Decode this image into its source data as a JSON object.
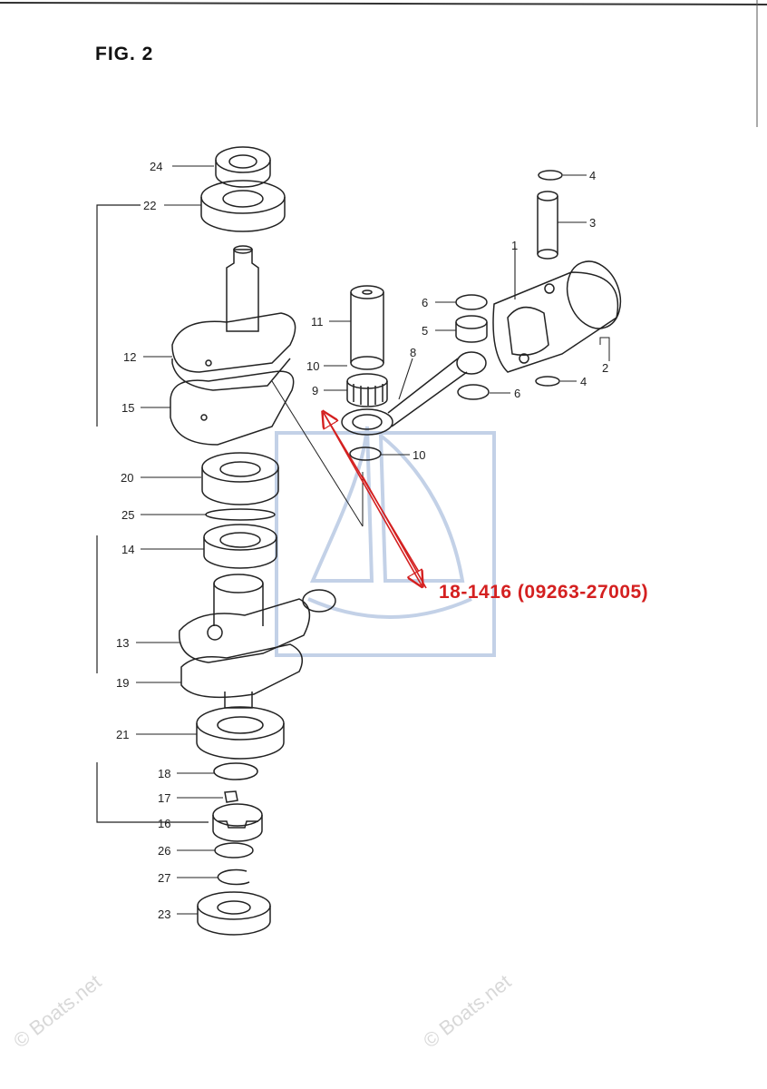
{
  "figure": {
    "title": "FIG. 2"
  },
  "callout": {
    "text": "18-1416 (09263-27005)",
    "color": "#d42020"
  },
  "watermarks": [
    "© Boats.net",
    "© Boats.net"
  ],
  "colors": {
    "line": "#222222",
    "logo": "#9cb4d8",
    "arrow": "#d42020"
  },
  "parts": [
    {
      "key": "p24",
      "label": "24"
    },
    {
      "key": "p22",
      "label": "22"
    },
    {
      "key": "p12",
      "label": "12"
    },
    {
      "key": "p15",
      "label": "15"
    },
    {
      "key": "p20",
      "label": "20"
    },
    {
      "key": "p25",
      "label": "25"
    },
    {
      "key": "p14",
      "label": "14"
    },
    {
      "key": "p13",
      "label": "13"
    },
    {
      "key": "p19",
      "label": "19"
    },
    {
      "key": "p21",
      "label": "21"
    },
    {
      "key": "p18",
      "label": "18"
    },
    {
      "key": "p17",
      "label": "17"
    },
    {
      "key": "p16",
      "label": "16"
    },
    {
      "key": "p26",
      "label": "26"
    },
    {
      "key": "p27",
      "label": "27"
    },
    {
      "key": "p23",
      "label": "23"
    },
    {
      "key": "p11",
      "label": "11"
    },
    {
      "key": "p10a",
      "label": "10"
    },
    {
      "key": "p9",
      "label": "9"
    },
    {
      "key": "p10b",
      "label": "10"
    },
    {
      "key": "p8",
      "label": "8"
    },
    {
      "key": "p6a",
      "label": "6"
    },
    {
      "key": "p5",
      "label": "5"
    },
    {
      "key": "p6b",
      "label": "6"
    },
    {
      "key": "p1",
      "label": "1"
    },
    {
      "key": "p4a",
      "label": "4"
    },
    {
      "key": "p3",
      "label": "3"
    },
    {
      "key": "p2",
      "label": "2"
    },
    {
      "key": "p4b",
      "label": "4"
    }
  ]
}
